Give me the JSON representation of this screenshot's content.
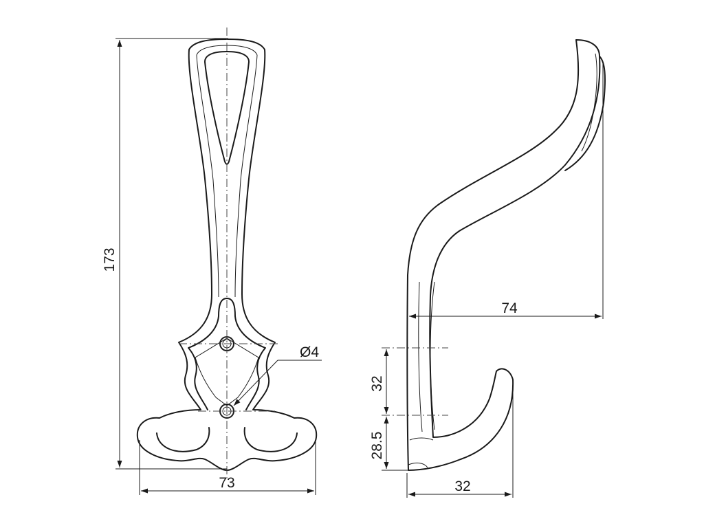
{
  "dimensions": {
    "height": "173",
    "width": "73",
    "hole_diameter": "Ø4",
    "projection": "74",
    "hole_spacing": "32",
    "bottom_offset": "28.5",
    "hook_depth": "32"
  }
}
